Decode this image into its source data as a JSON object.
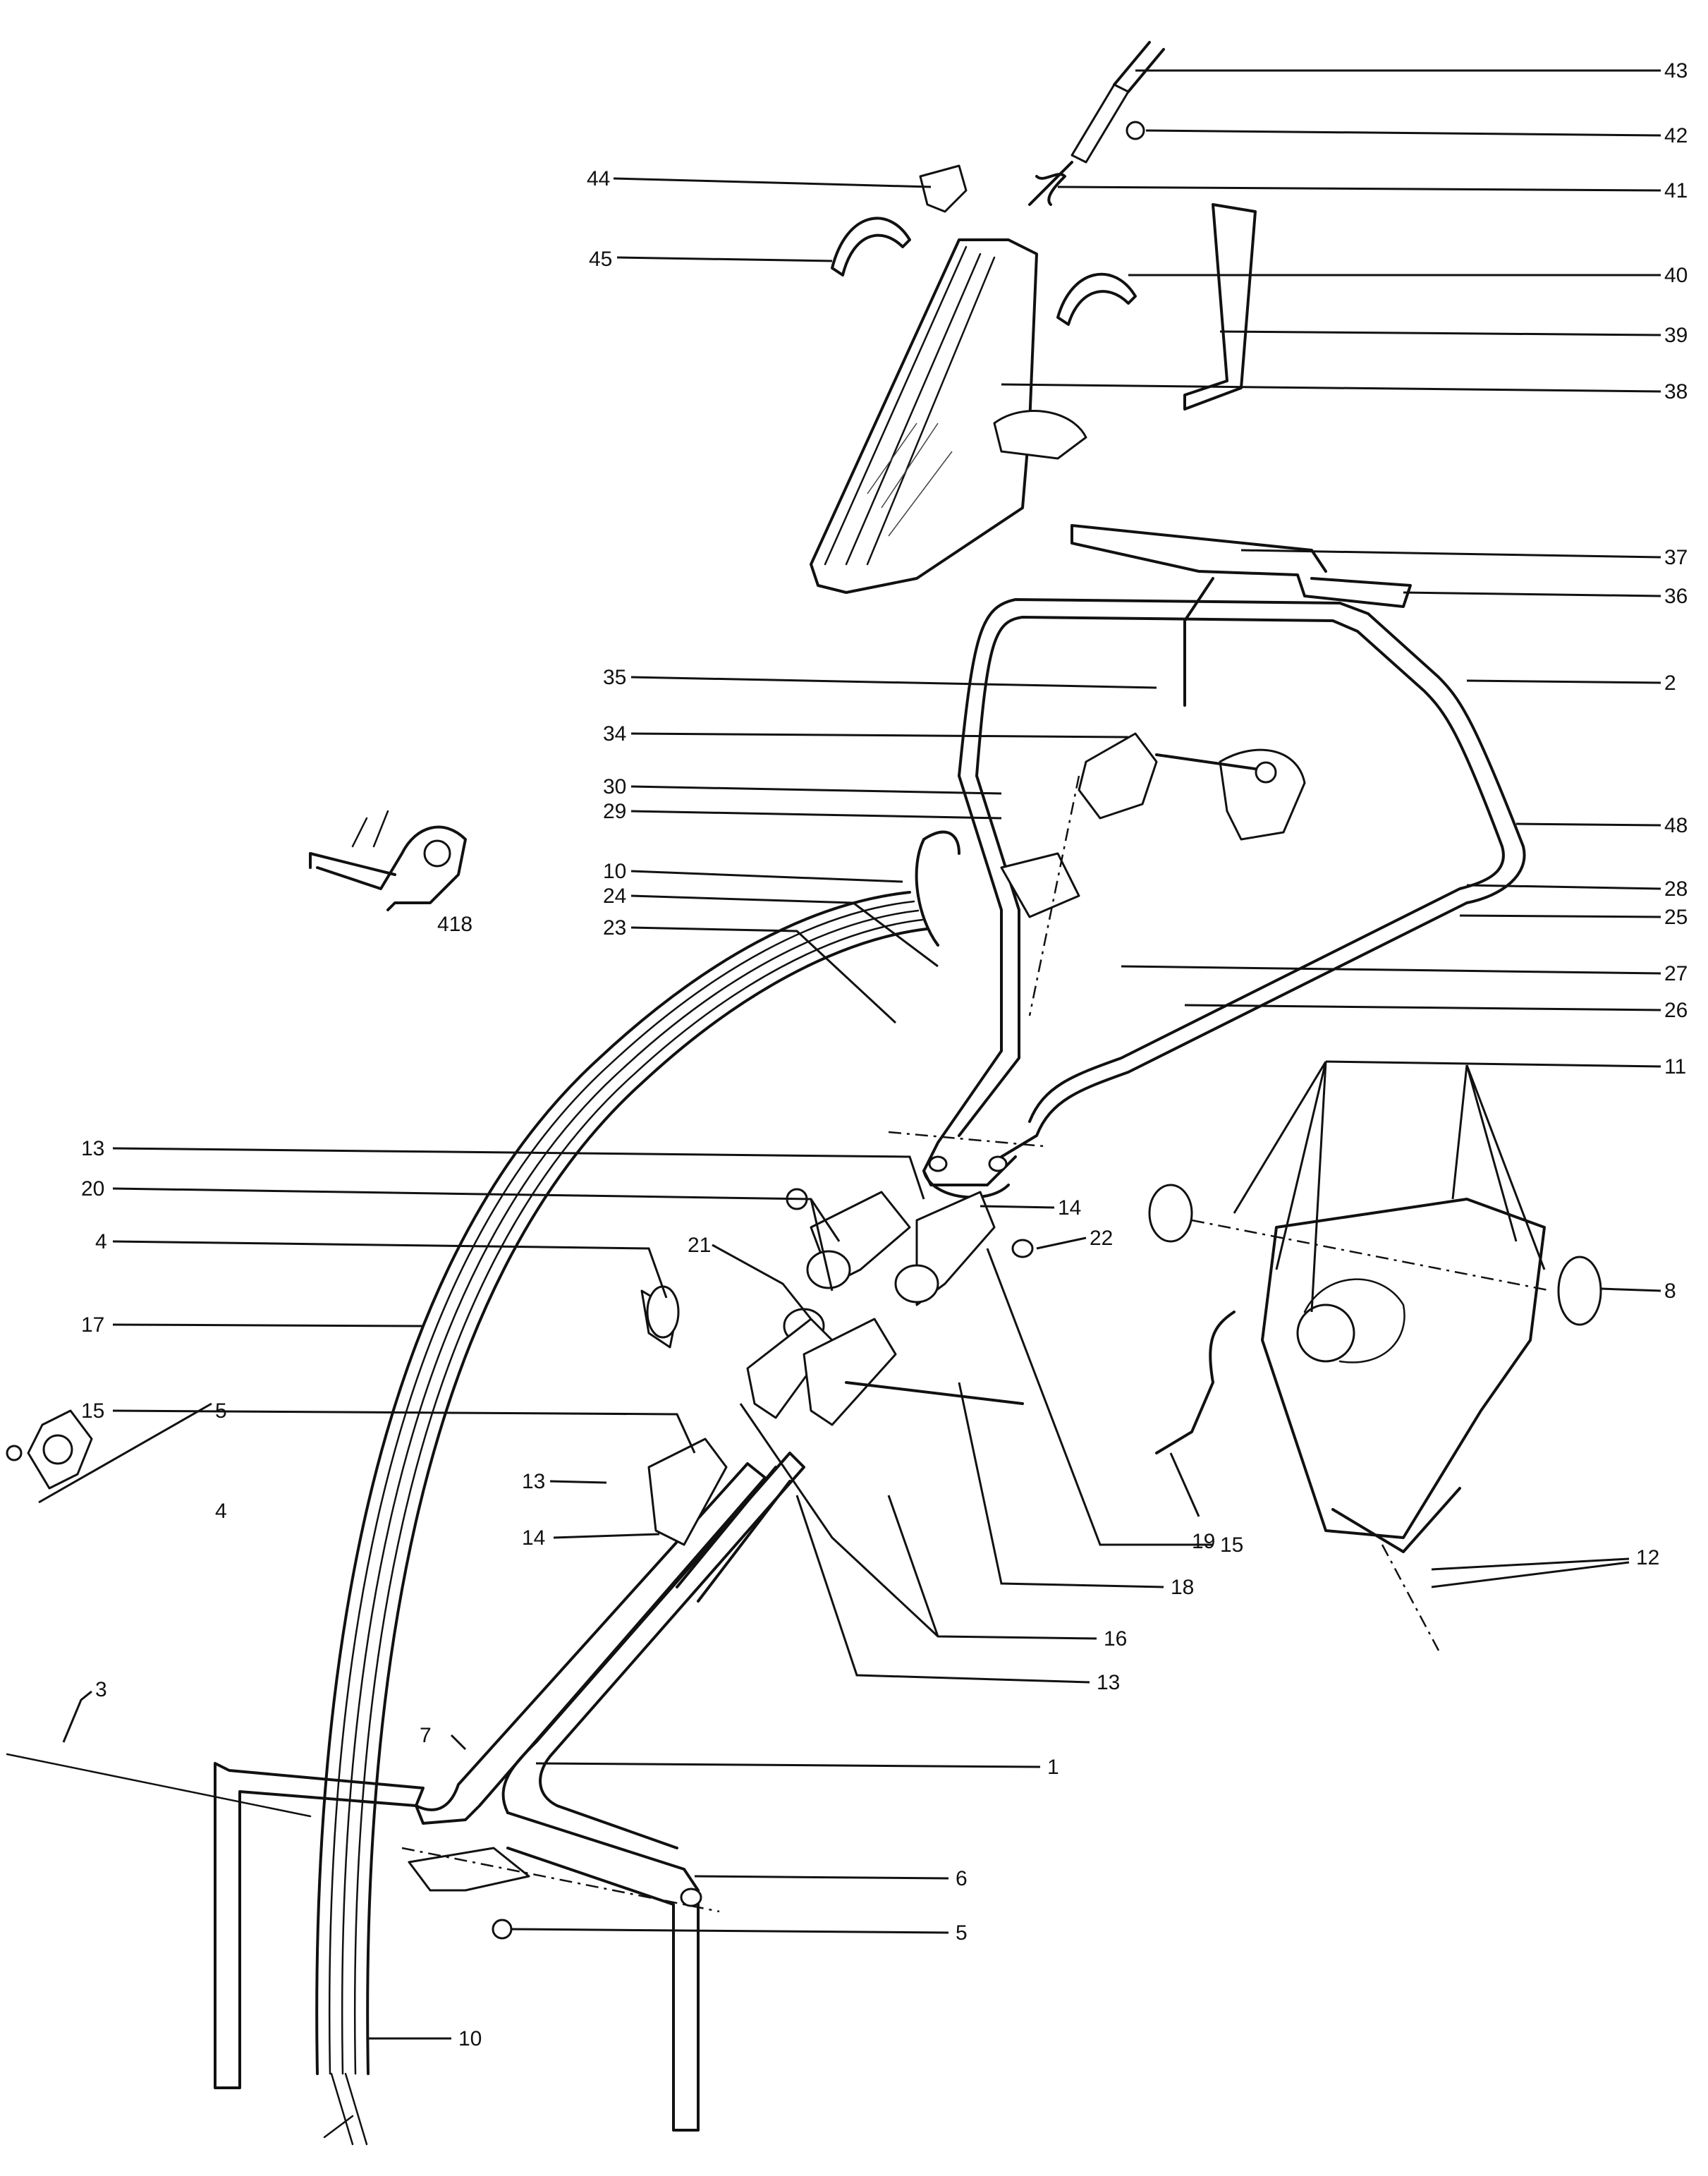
{
  "callouts": [
    {
      "id": "c43",
      "label": "43"
    },
    {
      "id": "c42",
      "label": "42"
    },
    {
      "id": "c44",
      "label": "44"
    },
    {
      "id": "c41",
      "label": "41"
    },
    {
      "id": "c45",
      "label": "45"
    },
    {
      "id": "c40",
      "label": "40"
    },
    {
      "id": "c39",
      "label": "39"
    },
    {
      "id": "c38",
      "label": "38"
    },
    {
      "id": "c37",
      "label": "37"
    },
    {
      "id": "c36",
      "label": "36"
    },
    {
      "id": "c35",
      "label": "35"
    },
    {
      "id": "c2",
      "label": "2"
    },
    {
      "id": "c34",
      "label": "34"
    },
    {
      "id": "c30",
      "label": "30"
    },
    {
      "id": "c29",
      "label": "29"
    },
    {
      "id": "c48",
      "label": "48"
    },
    {
      "id": "c10a",
      "label": "10"
    },
    {
      "id": "c28",
      "label": "28"
    },
    {
      "id": "c24",
      "label": "24"
    },
    {
      "id": "c25",
      "label": "25"
    },
    {
      "id": "c23",
      "label": "23"
    },
    {
      "id": "c27",
      "label": "27"
    },
    {
      "id": "c26",
      "label": "26"
    },
    {
      "id": "c11",
      "label": "11"
    },
    {
      "id": "c13a",
      "label": "13"
    },
    {
      "id": "c20",
      "label": "20"
    },
    {
      "id": "c14a",
      "label": "14"
    },
    {
      "id": "c4a",
      "label": "4"
    },
    {
      "id": "c21",
      "label": "21"
    },
    {
      "id": "c22",
      "label": "22"
    },
    {
      "id": "c8",
      "label": "8"
    },
    {
      "id": "c17",
      "label": "17"
    },
    {
      "id": "c15a",
      "label": "15"
    },
    {
      "id": "c5a",
      "label": "5"
    },
    {
      "id": "c4b",
      "label": "4"
    },
    {
      "id": "c13b",
      "label": "13"
    },
    {
      "id": "c14b",
      "label": "14"
    },
    {
      "id": "c19",
      "label": "19"
    },
    {
      "id": "c15b",
      "label": "15"
    },
    {
      "id": "c12",
      "label": "12"
    },
    {
      "id": "c18",
      "label": "18"
    },
    {
      "id": "c16",
      "label": "16"
    },
    {
      "id": "c13c",
      "label": "13"
    },
    {
      "id": "c3",
      "label": "3"
    },
    {
      "id": "c7",
      "label": "7"
    },
    {
      "id": "c1",
      "label": "1"
    },
    {
      "id": "c6",
      "label": "6"
    },
    {
      "id": "c5b",
      "label": "5"
    },
    {
      "id": "c10b",
      "label": "10"
    },
    {
      "id": "c418",
      "label": "418"
    }
  ]
}
